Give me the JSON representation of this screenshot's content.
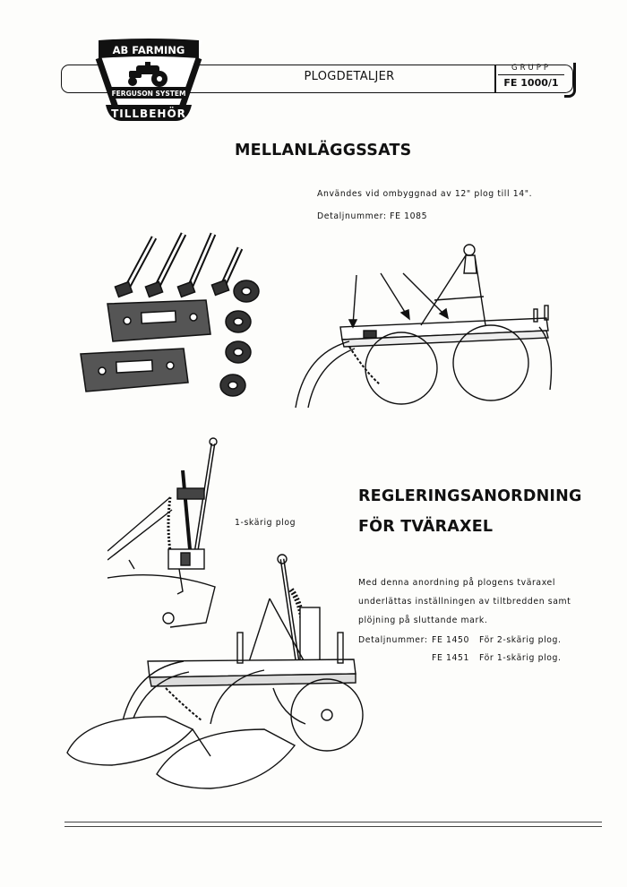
{
  "header": {
    "title": "PLOGDETALJER",
    "grupp_label": "GRUPP",
    "grupp_code": "FE 1000/1"
  },
  "logo": {
    "top_text": "AB FARMING",
    "band_text": "FERGUSON SYSTEM",
    "bottom_text": "TILLBEHÖR"
  },
  "section1": {
    "title": "MELLANLÄGGSSATS",
    "text_usage": "Användes vid ombyggnad av 12\" plog till 14\".",
    "text_detail": "Detaljnummer: FE 1085"
  },
  "section2": {
    "title_line1": "REGLERINGSANORDNING",
    "title_line2": "FÖR TVÄRAXEL",
    "para_line1": "Med denna anordning på plogens tväraxel",
    "para_line2": "underlättas inställningen av tiltbredden samt",
    "para_line3": "plöjning på sluttande mark.",
    "detail_label": "Detaljnummer:",
    "detail_a_number": "FE 1450",
    "detail_a_desc": "För 2-skärig plog.",
    "detail_b_number": "FE 1451",
    "detail_b_desc": "För 1-skärig plog.",
    "figure_label": "1-skärig plog"
  },
  "colors": {
    "ink": "#111111",
    "paper": "#fdfdfb"
  }
}
